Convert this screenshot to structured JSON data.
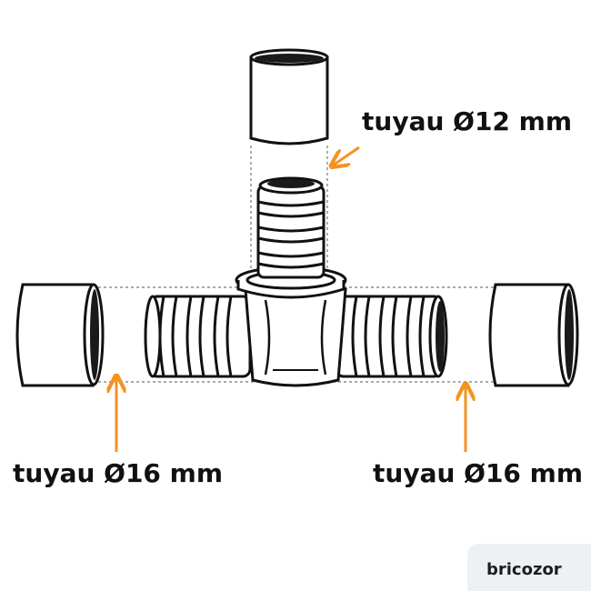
{
  "labels": {
    "top": "tuyau Ø12 mm",
    "left": "tuyau Ø16 mm",
    "right": "tuyau Ø16 mm"
  },
  "brand": {
    "name": "bricozor",
    "dot_orange": "#f39323",
    "dot_navy": "#2a2c5a"
  },
  "colors": {
    "arrow": "#f39323",
    "outline": "#111111",
    "fill": "#ffffff",
    "bore": "#1a1a1a",
    "guide": "#777777"
  }
}
